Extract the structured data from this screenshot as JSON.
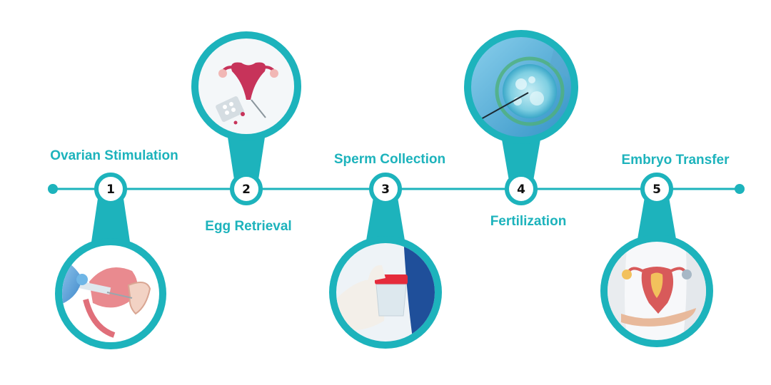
{
  "colors": {
    "accent": "#1db3bc",
    "node_fill": "#ffffff",
    "number": "#111111"
  },
  "steps": [
    {
      "number": "1",
      "label": "Ovarian Stimulation",
      "image": "ovary-injection-illustration"
    },
    {
      "number": "2",
      "label": "Egg Retrieval",
      "image": "uterus-with-pills-illustration"
    },
    {
      "number": "3",
      "label": "Sperm Collection",
      "image": "hand-holding-specimen-cup-photo"
    },
    {
      "number": "4",
      "label": "Fertilization",
      "image": "egg-microinjection-photo"
    },
    {
      "number": "5",
      "label": "Embryo Transfer",
      "image": "hands-holding-uterus-model-photo"
    }
  ]
}
